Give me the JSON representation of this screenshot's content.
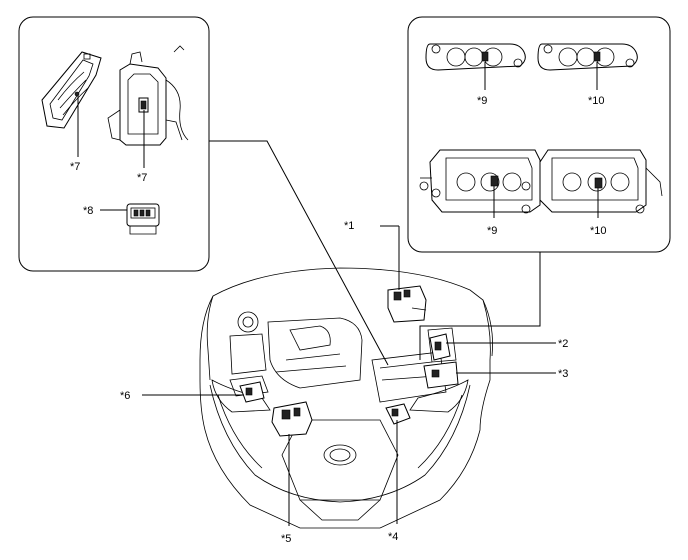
{
  "callouts": {
    "c1": "*1",
    "c2": "*2",
    "c3": "*3",
    "c4": "*4",
    "c5": "*5",
    "c6": "*6",
    "c7a": "*7",
    "c7b": "*7",
    "c8": "*8",
    "c9a": "*9",
    "c10a": "*10",
    "c9b": "*9",
    "c10b": "*10"
  }
}
